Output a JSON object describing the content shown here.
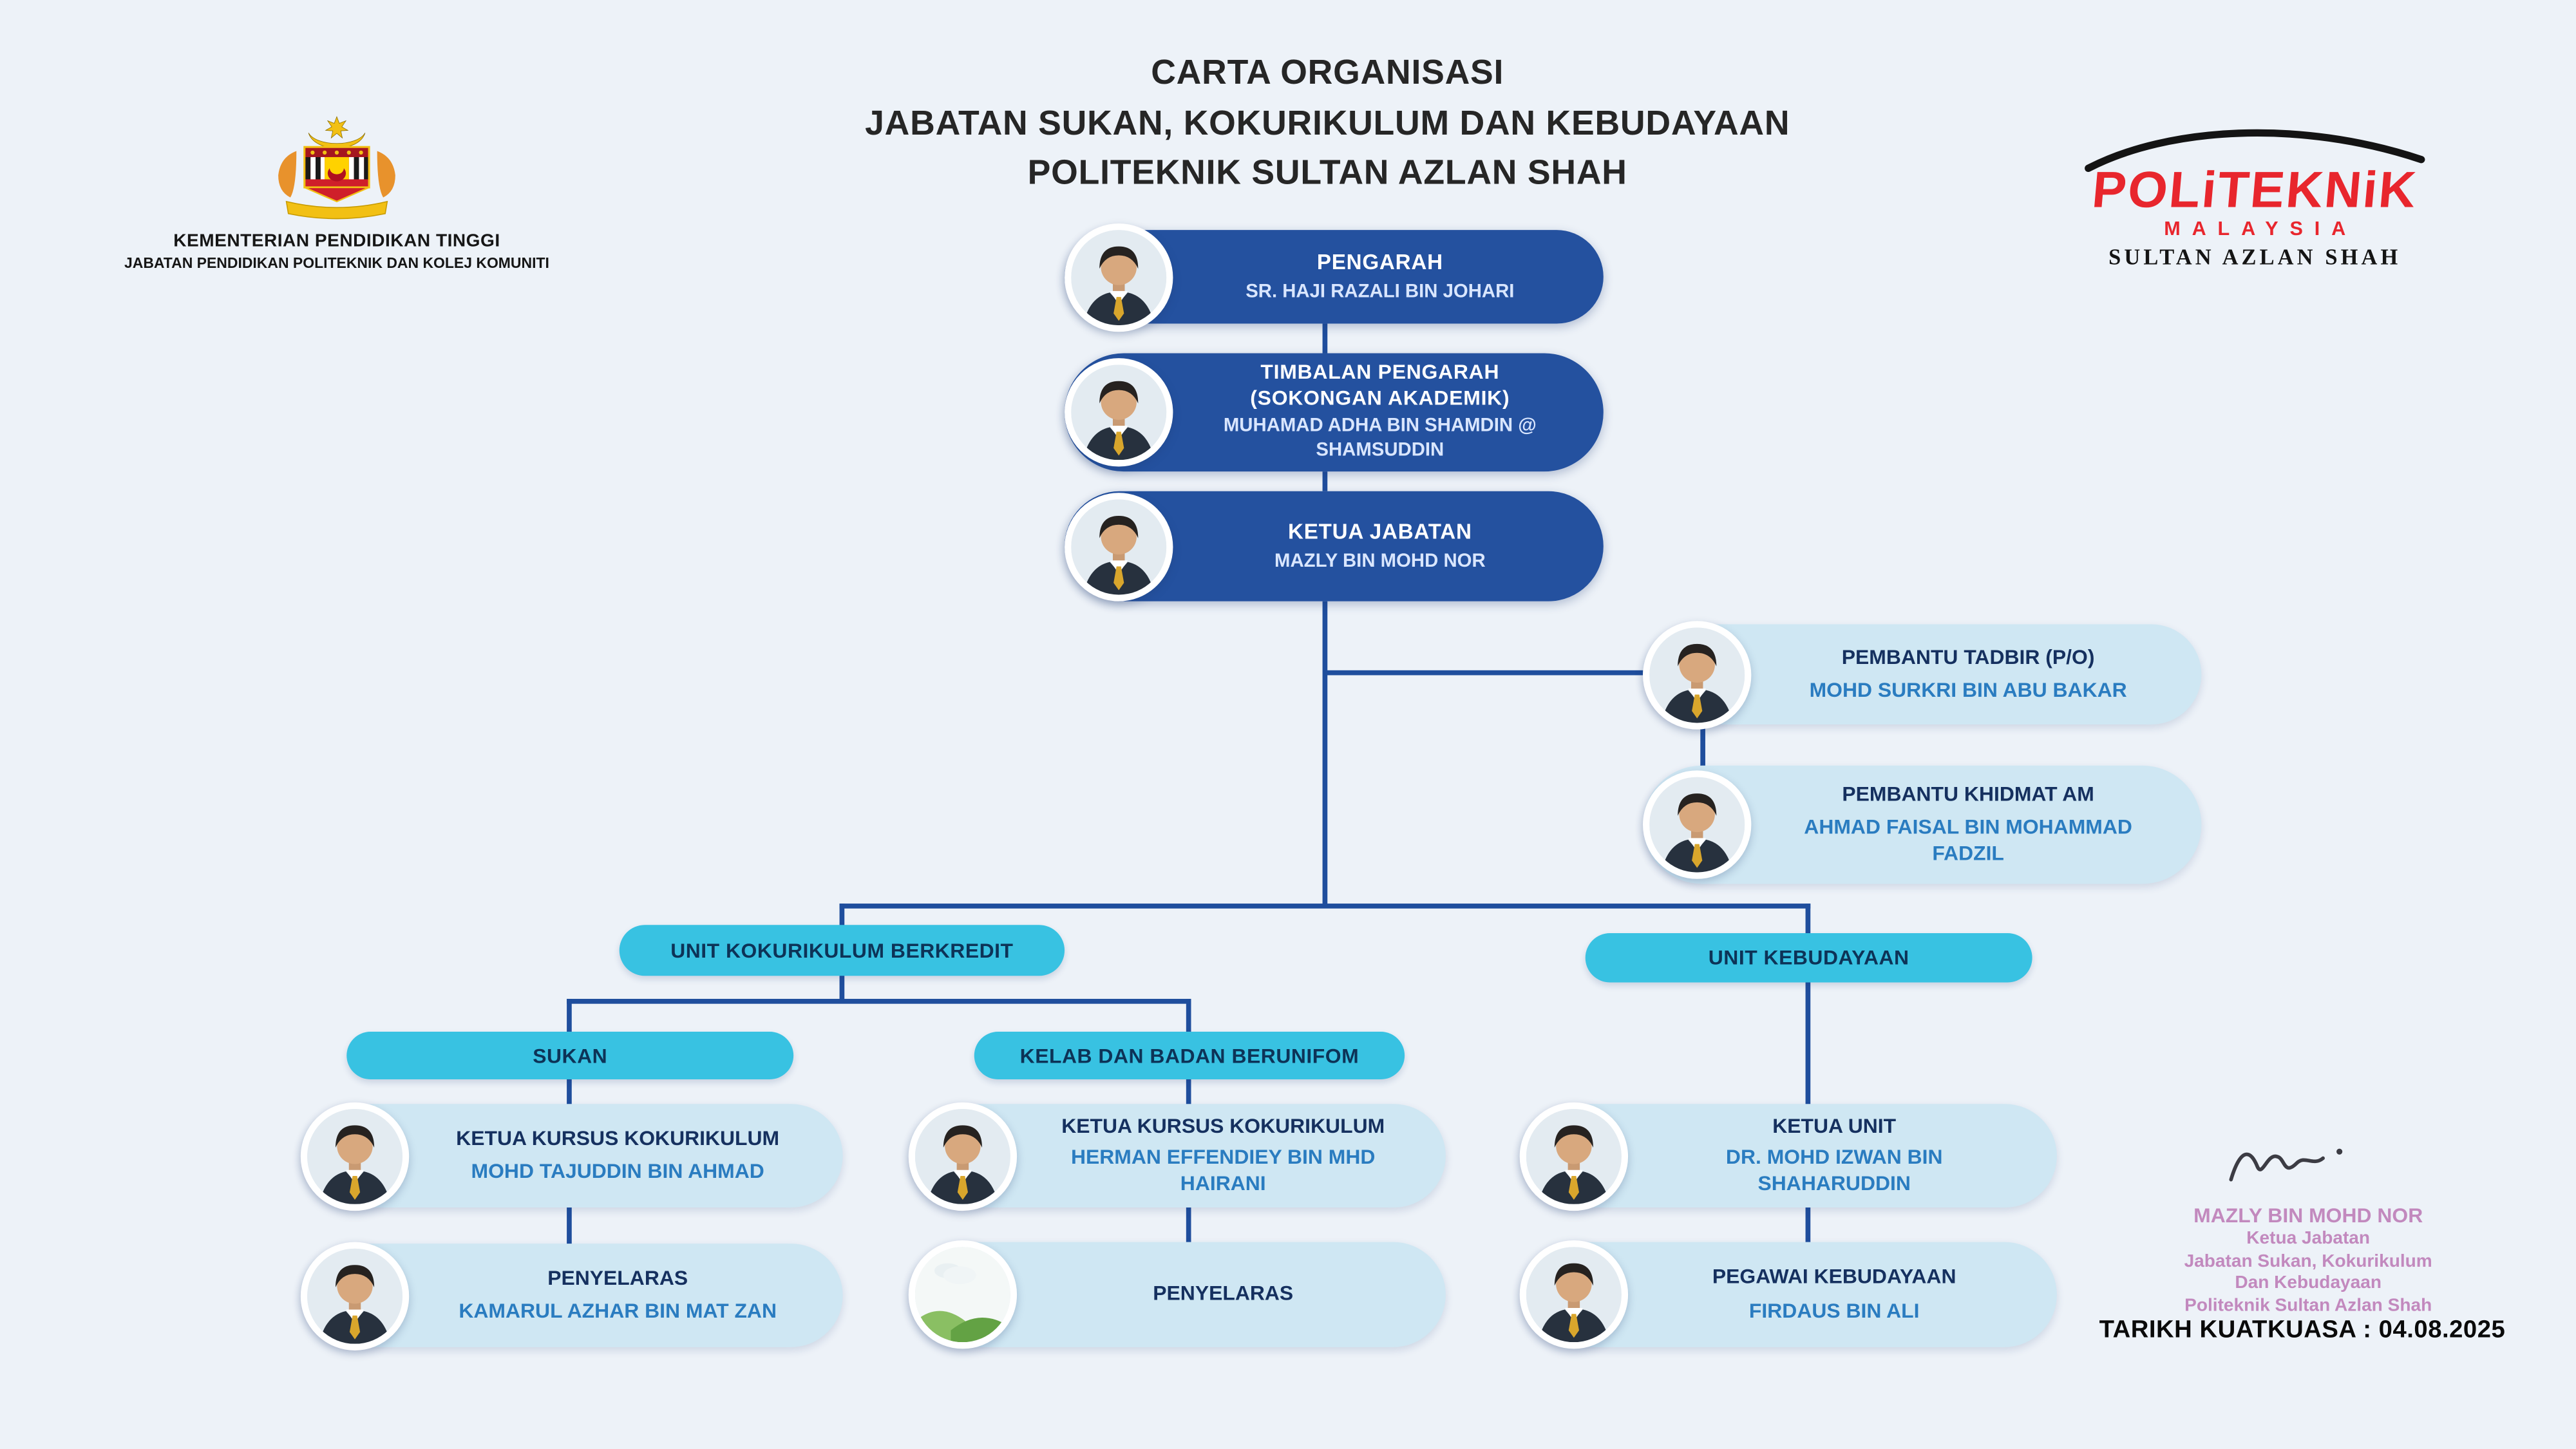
{
  "colors": {
    "background": "#edf2f8",
    "dark_node": "#24519f",
    "light_node": "#cfe7f3",
    "cyan_node": "#38c2e2",
    "connector": "#1f4e9d",
    "light_title": "#15305f",
    "light_name": "#2a7cc0",
    "stamp": "#c289be",
    "logo_red": "#e8262d"
  },
  "header": {
    "title_line1": "CARTA ORGANISASI",
    "title_line2": "JABATAN SUKAN, KOKURIKULUM DAN KEBUDAYAAN",
    "title_line3": "POLITEKNIK SULTAN AZLAN SHAH",
    "ministry_logo": {
      "line1": "KEMENTERIAN PENDIDIKAN TINGGI",
      "line2": "JABATAN PENDIDIKAN POLITEKNIK DAN KOLEJ KOMUNITI"
    },
    "poly_logo": {
      "line1": "POLiTEKNiK",
      "line2": "MALAYSIA",
      "line3": "SULTAN AZLAN SHAH"
    }
  },
  "nodes": {
    "pengarah": {
      "title": "PENGARAH",
      "name": "SR. HAJI RAZALI BIN JOHARI"
    },
    "timbalan": {
      "title": "TIMBALAN PENGARAH\n(SOKONGAN AKADEMIK)",
      "name": "MUHAMAD ADHA BIN SHAMDIN @\nSHAMSUDDIN"
    },
    "ketua_jabatan": {
      "title": "KETUA JABATAN",
      "name": "MAZLY BIN MOHD NOR"
    },
    "pembantu_tadbir": {
      "title": "PEMBANTU TADBIR (P/O)",
      "name": "MOHD SURKRI BIN ABU BAKAR"
    },
    "pembantu_khidmat": {
      "title": "PEMBANTU KHIDMAT AM",
      "name": "AHMAD FAISAL BIN MOHAMMAD\nFADZIL"
    },
    "unit_kokurikulum": {
      "label": "UNIT KOKURIKULUM BERKREDIT"
    },
    "unit_kebudayaan": {
      "label": "UNIT KEBUDAYAAN"
    },
    "sukan": {
      "label": "SUKAN"
    },
    "kelab": {
      "label": "KELAB DAN BADAN BERUNIFOM"
    },
    "sukan_ketua": {
      "title": "KETUA KURSUS KOKURIKULUM",
      "name": "MOHD TAJUDDIN BIN AHMAD"
    },
    "sukan_penyelaras": {
      "title": "PENYELARAS",
      "name": "KAMARUL AZHAR BIN MAT ZAN"
    },
    "kelab_ketua": {
      "title": "KETUA KURSUS KOKURIKULUM",
      "name": "HERMAN EFFENDIEY BIN MHD\nHAIRANI"
    },
    "kelab_penyelaras": {
      "title": "PENYELARAS"
    },
    "keb_ketua": {
      "title": "KETUA UNIT",
      "name": "DR. MOHD IZWAN BIN\nSHAHARUDDIN"
    },
    "keb_pegawai": {
      "title": "PEGAWAI KEBUDAYAAN",
      "name": "FIRDAUS BIN ALI"
    }
  },
  "footer": {
    "stamp_name": "MAZLY BIN MOHD NOR",
    "stamp_lines": "Ketua Jabatan\nJabatan Sukan, Kokurikulum\nDan Kebudayaan\nPoliteknik Sultan Azlan Shah",
    "effective_date": "TARIKH KUATKUASA : 04.08.2025"
  }
}
